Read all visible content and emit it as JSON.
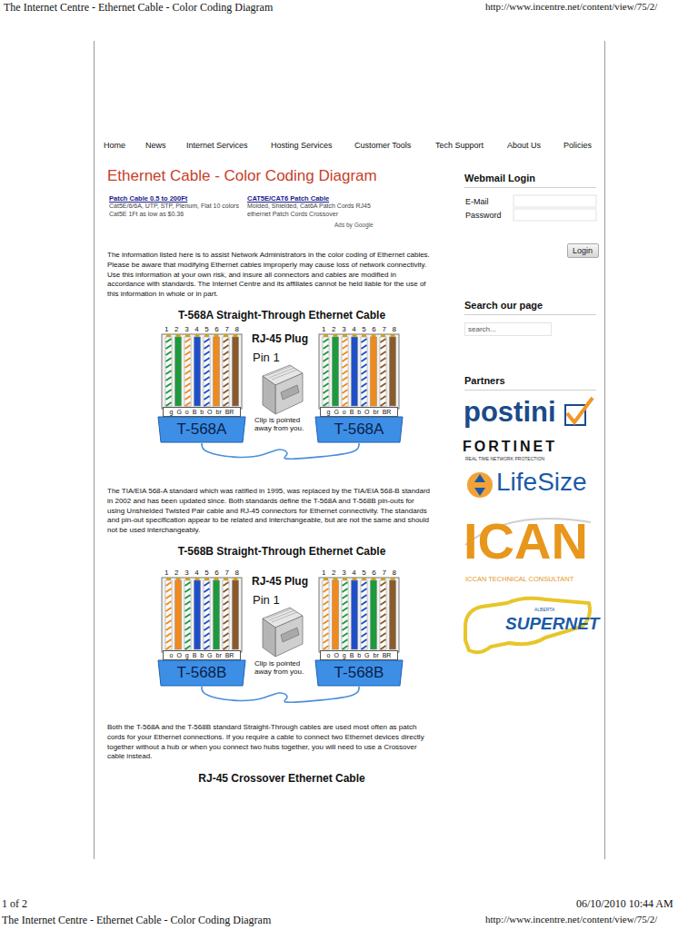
{
  "diagram": {
    "title": "Ethernet Cable - Color Coding Diagram",
    "nodes": [
      {
        "text": [
          "Login"
        ]
      },
      {
        "text": [
          "search..."
        ]
      },
      {
        "text": [
          "1 2 3 4 5 6 7 8",
          "g G o B b O br BR",
          "T-568A"
        ]
      },
      {
        "text": [
          "1 2 3 4 5 6 7 8",
          "g G o B b O br BR",
          "T-568A"
        ]
      },
      {
        "text": [
          "1 2 3 4 5 6 7 8",
          "o O g B b G br BR",
          "T-568B"
        ]
      },
      {
        "text": [
          "1 2 3 4 5 6 7 8",
          "o O g B b G br BR",
          "T-568B"
        ]
      }
    ],
    "edges": [
      {
        "from": 2,
        "to": 3,
        "arrow": "none"
      },
      {
        "from": 4,
        "to": 5,
        "arrow": "none"
      }
    ],
    "labels": [
      "The Internet Centre - Ethernet Cable - Color Coding Diagram",
      "http://www.incentre.net/content/view/75/2/",
      "Home",
      "News",
      "Internet Services",
      "Hosting Services",
      "Customer Tools",
      "Tech Support",
      "About Us",
      "Policies",
      "Patch Cable 0.5 to 200Ft",
      "Cat5E/6/6A, UTP, STP, Plenum, Flat 10 colors Cat5E 1Ft as low as $0.36",
      "CAT5E/CAT6 Patch Cable",
      "Molded, Shielded, Cat6A Patch Cords RJ45 ethernet Patch Cords Crossover",
      "Ads by Google",
      "The information listed here is to assist Network Administrators in the color coding of Ethernet cables. Please be aware that modifying Ethernet cables improperly may cause loss of network connectivity. Use this information at your own risk, and insure all connectors and cables are modified in accordance with standards. The Internet Centre and its affiliates cannot be held liable for the use of this information in whole or in part.",
      "T-568A Straight-Through Ethernet Cable",
      "RJ-45 Plug",
      "Pin 1",
      "Clip is pointed away from you.",
      "The TIA/EIA 568-A standard which was ratified in 1995, was replaced by the TIA/EIA 568-B standard in 2002 and has been updated since. Both standards define the T-568A and T-568B pin-outs for using Unshielded Twisted Pair cable and RJ-45 connectors for Ethernet connectivity. The standards and pin-out specification appear to be related and interchangeable, but are not the same and should not be used interchangeably.",
      "T-568B Straight-Through Ethernet Cable",
      "RJ-45 Plug",
      "Pin 1",
      "Clip is pointed away from you.",
      "Both the T-568A and the T-568B standard Straight-Through cables are used most often as patch cords for your Ethernet connections. If you require a cable to connect two Ethernet devices directly together without a hub or when you connect two hubs together, you will need to use a Crossover cable instead.",
      "RJ-45 Crossover Ethernet Cable",
      "Webmail Login",
      "E-Mail",
      "Password",
      "Search our page",
      "Partners",
      "postini",
      "FORTINET",
      "REAL TIME NETWORK PROTECTION",
      "LifeSize",
      "ICAN",
      "ICCAN TECHNICAL CONSULTANT",
      "ALBERTA",
      "SUPERNET",
      "1 of 2",
      "06/10/2010 10:44 AM",
      "The Internet Centre - Ethernet Cable - Color Coding Diagram",
      "http://www.incentre.net/content/view/75/2/"
    ]
  }
}
